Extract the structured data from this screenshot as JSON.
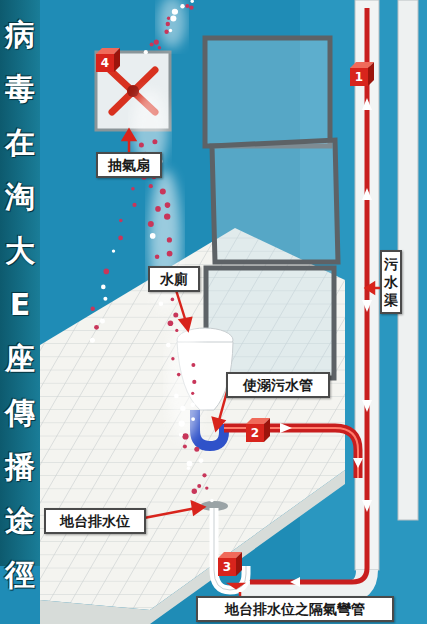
{
  "diagram": {
    "title": "病毒在淘大E座傳播途徑",
    "nodes": [
      {
        "text": [
          "抽氣扇"
        ]
      },
      {
        "text": [
          "水廁"
        ]
      },
      {
        "text": [
          "污水渠"
        ]
      },
      {
        "text": [
          "使溺污水管"
        ]
      },
      {
        "text": [
          "地台排水位"
        ]
      },
      {
        "text": [
          "地台排水位之隔氣彎管"
        ]
      }
    ],
    "labels": [
      "4",
      "1",
      "2",
      "3"
    ]
  }
}
